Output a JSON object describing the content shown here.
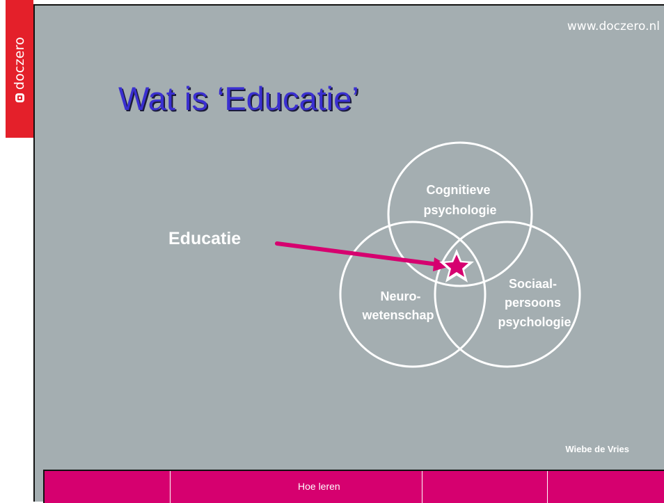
{
  "brand": {
    "name": "doczero",
    "url": "www.doczero.nl",
    "color": "#e4202a"
  },
  "slide": {
    "title": "Wat is ‘Educatie’",
    "background": "#a4aeb1",
    "title_color": "#3a2fd0",
    "pointer_label": "Educatie",
    "circles": [
      {
        "lines": [
          "Cognitieve",
          "psychologie"
        ]
      },
      {
        "lines": [
          "Neuro-",
          "wetenschap"
        ]
      },
      {
        "lines": [
          "Sociaal-",
          "persoons",
          "psychologie"
        ]
      }
    ],
    "marker_color": "#d6006f",
    "marker_icon": "star-icon",
    "author": "Wiebe de Vries"
  },
  "footer": {
    "color": "#d6006f",
    "label": "Hoe leren"
  }
}
